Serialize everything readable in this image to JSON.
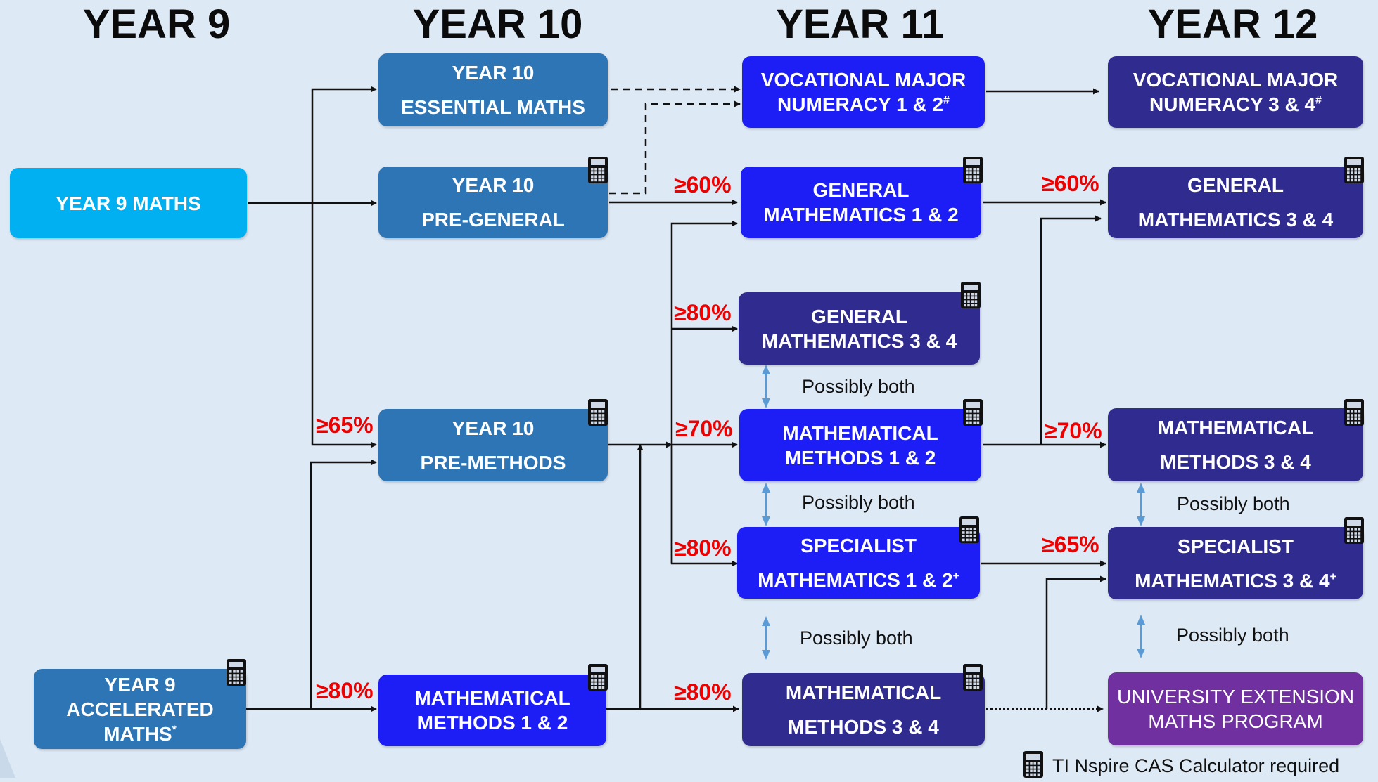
{
  "headers": {
    "year9": "YEAR 9",
    "year10": "YEAR 10",
    "year11": "YEAR 11",
    "year12": "YEAR 12"
  },
  "boxes": {
    "year9_maths": [
      "YEAR 9 MATHS"
    ],
    "year9_accelerated": [
      "YEAR 9 ACCELERATED",
      "MATHS"
    ],
    "year9_accelerated_mark": "*",
    "y10_essential": [
      "YEAR 10",
      "ESSENTIAL MATHS"
    ],
    "y10_pre_general": [
      "YEAR 10",
      "PRE-GENERAL"
    ],
    "y10_pre_methods": [
      "YEAR 10",
      "PRE-METHODS"
    ],
    "y10_methods": [
      "MATHEMATICAL",
      "METHODS 1 & 2"
    ],
    "y11_vocational": [
      "VOCATIONAL MAJOR",
      "NUMERACY 1 & 2"
    ],
    "y11_vocational_mark": "#",
    "y11_general_12": [
      "GENERAL",
      "MATHEMATICS 1 & 2"
    ],
    "y11_general_34": [
      "GENERAL",
      "MATHEMATICS 3 & 4"
    ],
    "y11_methods_12": [
      "MATHEMATICAL",
      "METHODS 1 & 2"
    ],
    "y11_specialist_12": [
      "SPECIALIST",
      "MATHEMATICS 1 & 2"
    ],
    "y11_specialist_mark": "+",
    "y11_methods_34": [
      "MATHEMATICAL",
      "METHODS 3 & 4"
    ],
    "y12_vocational": [
      "VOCATIONAL MAJOR",
      "NUMERACY 3 & 4"
    ],
    "y12_vocational_mark": "#",
    "y12_general_34": [
      "GENERAL",
      "MATHEMATICS 3 & 4"
    ],
    "y12_methods_34": [
      "MATHEMATICAL",
      "METHODS 3 & 4"
    ],
    "y12_specialist_34": [
      "SPECIALIST",
      "MATHEMATICS 3 & 4"
    ],
    "y12_specialist_mark": "+",
    "y12_university": [
      "UNIVERSITY EXTENSION",
      "MATHS PROGRAM"
    ]
  },
  "thresholds": {
    "pre_methods_from_y9": "≥65%",
    "methods12_from_accel": "≥80%",
    "general12_y11": "≥60%",
    "general34_y11": "≥80%",
    "methods12_y11": "≥70%",
    "specialist12_y11": "≥80%",
    "methods34_y11": "≥80%",
    "general34_y12": "≥60%",
    "methods34_y12": "≥70%",
    "specialist34_y12": "≥65%"
  },
  "notes": {
    "possibly_both": "Possibly both"
  },
  "legend": {
    "text": "TI Nspire CAS Calculator required",
    "icon": "calculator-icon"
  },
  "colors": {
    "cyan": "#00b0f0",
    "steel_blue": "#2e75b6",
    "bright_blue": "#1d1ef5",
    "navy": "#302b8f",
    "purple": "#7030a0",
    "threshold_red": "#ee0000",
    "both_arrow": "#5b9bd5"
  }
}
